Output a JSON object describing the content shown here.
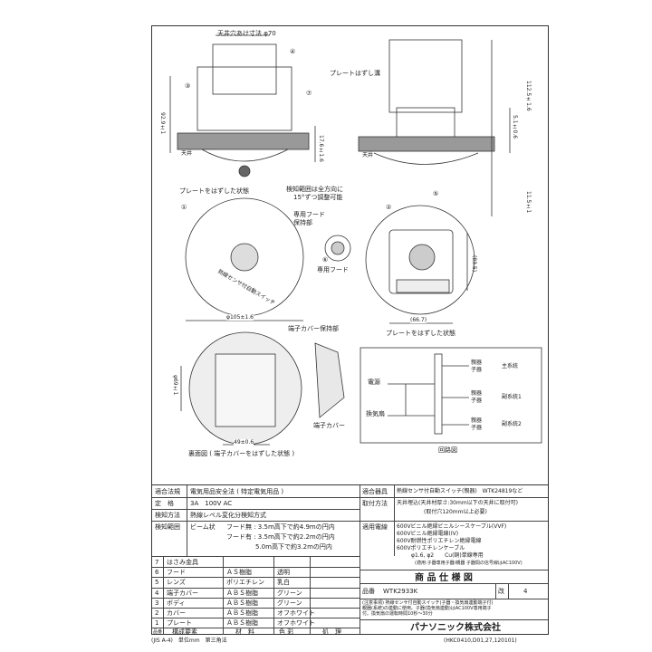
{
  "drawing": {
    "dim_ceiling_hole": "天井穴あけ寸法 φ70",
    "dim_height_left": "92.9±1",
    "dim_17_6": "17.6±1.6",
    "dim_112_5": "112.5±1.6",
    "dim_51": "5.1±0.6",
    "dim_11_5": "11.5±1",
    "label_ceiling": "天井",
    "plate_removal_hole": "プレートはずし溝",
    "plate_removed_state_1": "プレートをはずした状態",
    "detection_range_note": "検知範囲は全方向に",
    "detection_range_note2": "15°ずつ調整可能",
    "hood_holder": "専用フード\n保持部",
    "hood": "専用フード",
    "dim_105": "φ105±1.6",
    "dim_83_5": "(83.5)",
    "dim_66_7": "(66.7)",
    "plate_removed_state_2": "プレートをはずした状態",
    "terminal_cover_holder": "端子カバー保持部",
    "terminal_cover": "端子カバー",
    "dim_69": "φ69±1",
    "dim_49": "49±0.6",
    "back_view": "裏面図 ( 端子カバーをはずした状態 )",
    "sensor_text": "熱線センサ付自動スイッチ",
    "circuit_title": "回路図",
    "circuit_power": "電源",
    "circuit_fan": "換気扇",
    "circuit_master": "親器",
    "circuit_slave": "子器",
    "circuit_main": "主系統",
    "circuit_sub1": "副系統1",
    "circuit_sub2": "副系統2",
    "callouts": [
      "①",
      "②",
      "③",
      "④",
      "⑤",
      "⑥",
      "⑦"
    ]
  },
  "spec_left": {
    "rows": [
      {
        "label": "適合法規",
        "value": "電気用品安全法 ( 特定電気用品 )"
      },
      {
        "label": "定　格",
        "value": "3A　100V AC"
      },
      {
        "label": "検知方法",
        "value": "熱線レベル変化分検知方式"
      }
    ],
    "detect_label": "検知範囲",
    "detect_type": "ビーム状",
    "detect_lines": [
      "フード無 : 3.5m高下で約4.9mの円内",
      "フード有 : 3.5m高下で約2.2mの円内",
      "5.0m高下で約3.2mの円内"
    ]
  },
  "spec_right": {
    "rows": [
      {
        "label": "適合器具",
        "value": "熱線センサ付自動スイッチ(親器)　WTK24819など"
      },
      {
        "label": "取付方法",
        "value": "天井埋込(天井材厚さ:30mm以下の天井に取付可)"
      }
    ],
    "install_note": "(取付穴120mm以上必要)",
    "wire_label": "適用電線",
    "wire_lines": [
      "600Vビニル絶縁ビニルシースケーブル(VVF)",
      "600Vビニル絶縁電線(IV)",
      "600V耐燃性ポリエチレン絶縁電線",
      "600Vポリエチレンケーブル"
    ],
    "wire_size": "φ1.6, φ2　　Cu(銅)単線専用",
    "wire_note": "(適用:子器専用子器/親器 子器間の信号線はAC100V)"
  },
  "parts": {
    "header": [
      "品番",
      "構成要素",
      "材　料",
      "色 彩",
      "処　理"
    ],
    "rows": [
      {
        "no": "7",
        "name": "はさみ金具",
        "material": "",
        "color": ""
      },
      {
        "no": "6",
        "name": "フード",
        "material": "ＡＳ樹脂",
        "color": "透明"
      },
      {
        "no": "5",
        "name": "レンズ",
        "material": "ポリエチレン",
        "color": "乳白"
      },
      {
        "no": "4",
        "name": "端子カバー",
        "material": "ＡＢＳ樹脂",
        "color": "グリーン"
      },
      {
        "no": "3",
        "name": "ボディ",
        "material": "ＡＢＳ樹脂",
        "color": "グリーン"
      },
      {
        "no": "2",
        "name": "カバー",
        "material": "ＡＢＳ樹脂",
        "color": "オフホワイト"
      },
      {
        "no": "1",
        "name": "プレート",
        "material": "ＡＢＳ樹脂",
        "color": "オフホワイト"
      }
    ]
  },
  "title_block": {
    "title": "商 品 仕 様 図",
    "model_label": "品番",
    "model": "WTK2933K",
    "rev_label": "改",
    "rev": "4",
    "notes": "(注意事項) 熱線センサ付自動スイッチ(子器・換気扇連動端子付)\n親器(系統)の連動に使用。子器(換気扇連動)はAC100V専用端子\n付。換気扇の運転時間10秒〜30分",
    "company": "パナソニック株式会社"
  },
  "footer": {
    "left": "(JIS A-4)　単位mm　第三角法",
    "right": "(HKC0410,D01,27,120101)"
  }
}
